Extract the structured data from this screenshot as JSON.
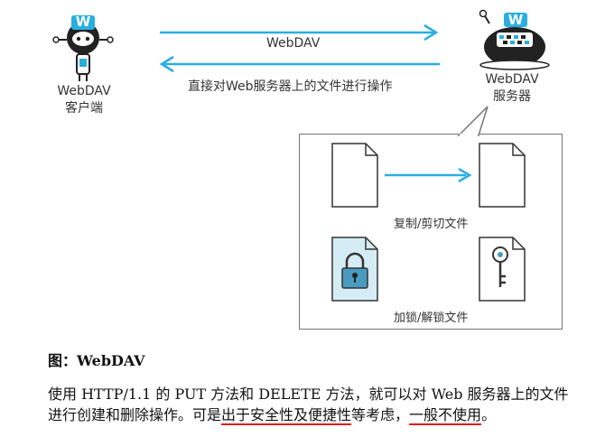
{
  "client": {
    "line1": "WebDAV",
    "line2": "客户端",
    "logo_letter": "W"
  },
  "server": {
    "line1": "WebDAV",
    "line2": "服务器",
    "logo_letter": "W"
  },
  "arrows": {
    "top_label": "WebDAV",
    "bottom_label": "直接对Web服务器上的文件进行操作"
  },
  "ops": {
    "copy_label": "复制/剪切文件",
    "lock_label": "加锁/解锁文件"
  },
  "figure": {
    "caption": "图：WebDAV"
  },
  "paragraph": {
    "part1": "使用 HTTP/1.1 的 PUT 方法和 DELETE 方法，就可以对 Web 服务器上的文件进行创建和删除操作。可是",
    "highlight1": "出于安全性及便捷性",
    "part2": "等考虑，",
    "highlight2": "一般不使用",
    "part3": "。"
  },
  "colors": {
    "accent": "#29aee0",
    "underline": "#e01c1c",
    "lock": "#4a9bc0"
  }
}
